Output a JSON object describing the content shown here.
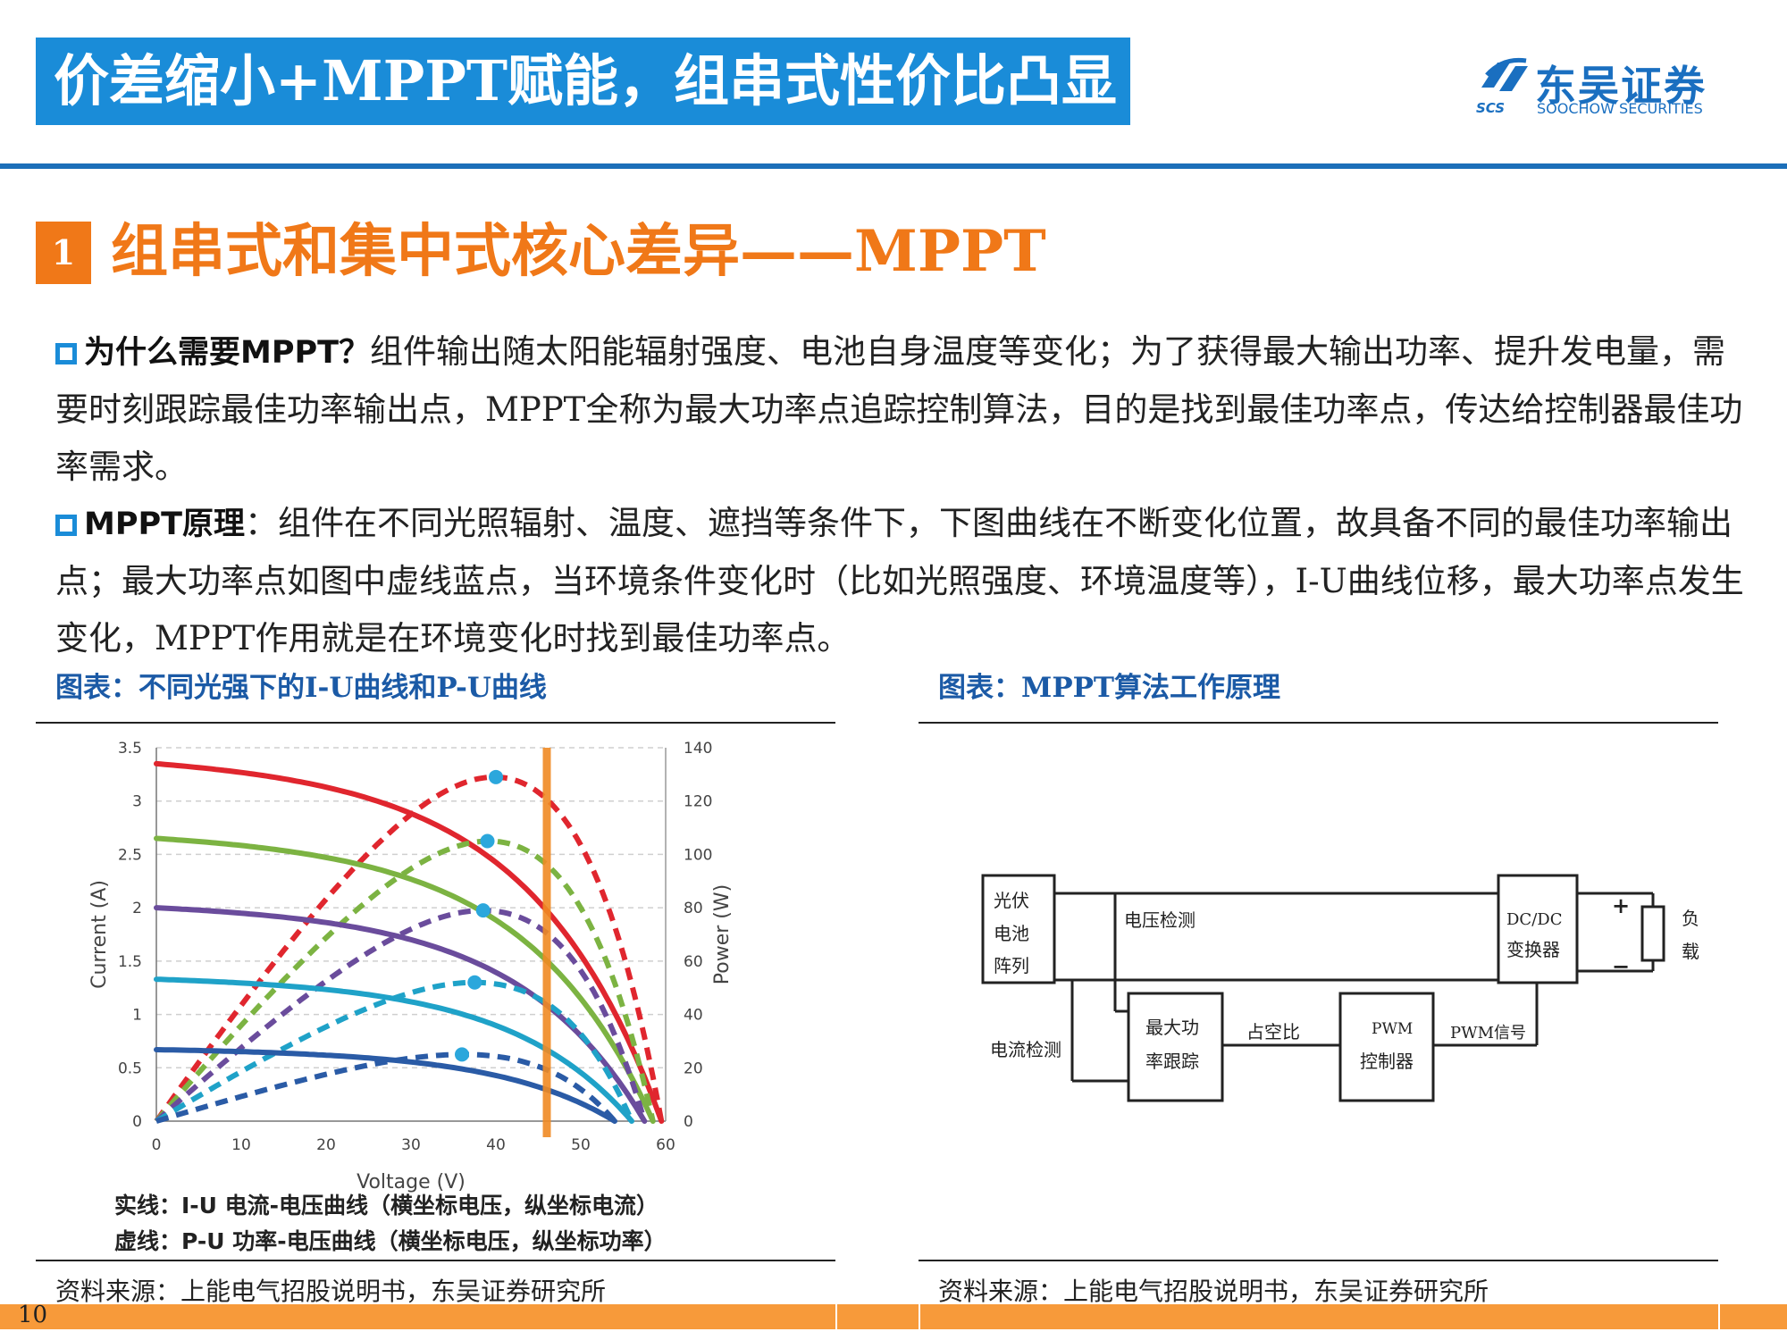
{
  "header": {
    "title": "价差缩小+MPPT赋能，组串式性价比凸显",
    "logo_cn": "东吴证券",
    "logo_en": "SOOCHOW SECURITIES",
    "logo_abbr": "SCS"
  },
  "section": {
    "number": "1",
    "title": "组串式和集中式核心差异——MPPT"
  },
  "paragraphs": [
    {
      "lead": "为什么需要MPPT？",
      "text": "组件输出随太阳能辐射强度、电池自身温度等变化；为了获得最大输出功率、提升发电量，需要时刻跟踪最佳功率输出点，MPPT全称为最大功率点追踪控制算法，目的是找到最佳功率点，传达给控制器最佳功率需求。"
    },
    {
      "lead": "MPPT原理",
      "text": "：组件在不同光照辐射、温度、遮挡等条件下，下图曲线在不断变化位置，故具备不同的最佳功率输出点；最大功率点如图中虚线蓝点，当环境条件变化时（比如光照强度、环境温度等），I-U曲线位移，最大功率点发生变化，MPPT作用就是在环境变化时找到最佳功率点。"
    }
  ],
  "figure_left": {
    "caption": "图表：不同光强下的I-U曲线和P-U曲线",
    "legend_solid": "实线：I-U 电流-电压曲线（横坐标电压，纵坐标电流）",
    "legend_dashed": "虚线：P-U 功率-电压曲线（横坐标电压，纵坐标功率）",
    "source": "资料来源：上能电气招股说明书，东吴证券研究所"
  },
  "figure_right": {
    "caption": "图表：MPPT算法工作原理",
    "source": "资料来源：上能电气招股说明书，东吴证券研究所",
    "blocks": {
      "pv_l1": "光伏",
      "pv_l2": "电池",
      "pv_l3": "阵列",
      "voltage_detect": "电压检测",
      "dcdc_l1": "DC/DC",
      "dcdc_l2": "变换器",
      "load_l1": "负",
      "load_l2": "载",
      "plus": "+",
      "minus": "−",
      "current_detect": "电流检测",
      "mppt_l1": "最大功",
      "mppt_l2": "率跟踪",
      "duty": "占空比",
      "pwm_l1": "PWM",
      "pwm_l2": "控制器",
      "pwm_signal": "PWM信号"
    }
  },
  "chart_data": {
    "type": "line",
    "title": "",
    "xlabel": "Voltage (V)",
    "ylabel": "Current (A)",
    "y2label": "Power (W)",
    "xlim": [
      0,
      60
    ],
    "ylim": [
      0,
      3.5
    ],
    "y2lim": [
      0,
      140
    ],
    "xticks": [
      0,
      10,
      20,
      30,
      40,
      50,
      60
    ],
    "yticks": [
      0,
      0.5,
      1,
      1.5,
      2,
      2.5,
      3,
      3.5
    ],
    "y2ticks": [
      0,
      20,
      40,
      60,
      80,
      100,
      120,
      140
    ],
    "mpp_voltage": 46,
    "series": [
      {
        "color": "#e0262e",
        "isc": 3.35,
        "voc": 59.5,
        "pmax": 129
      },
      {
        "color": "#7cb342",
        "isc": 2.65,
        "voc": 58.5,
        "pmax": 105
      },
      {
        "color": "#6a4c9c",
        "isc": 2.0,
        "voc": 57.5,
        "pmax": 79
      },
      {
        "color": "#1fa2c8",
        "isc": 1.33,
        "voc": 56.0,
        "pmax": 52
      },
      {
        "color": "#2a5ba6",
        "isc": 0.67,
        "voc": 54.0,
        "pmax": 25
      }
    ],
    "grid": true,
    "marker_color": "#2ba7dc",
    "vline_color": "#f08a24"
  },
  "footer": {
    "page": "10"
  }
}
